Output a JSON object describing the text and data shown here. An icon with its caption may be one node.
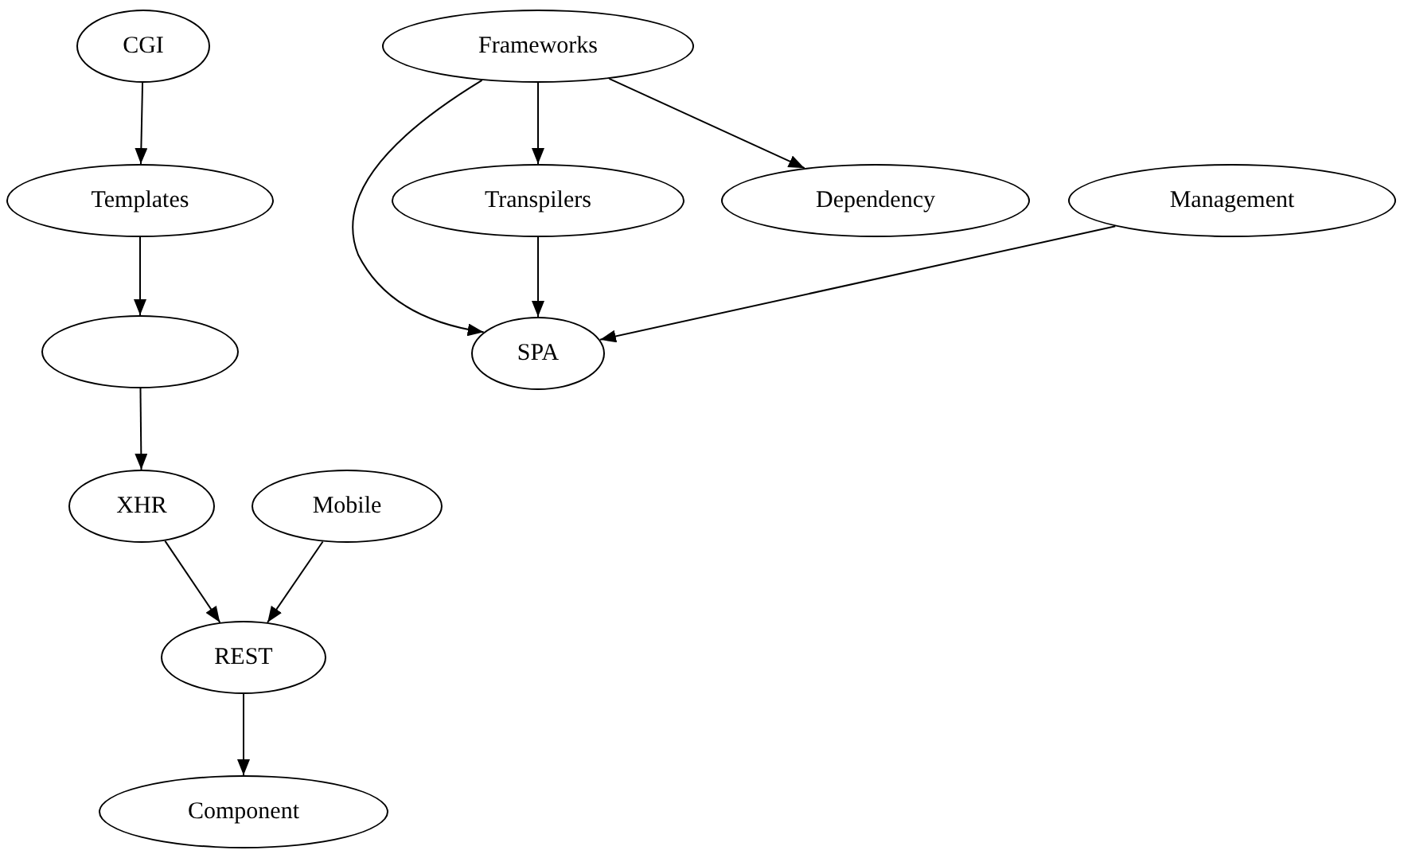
{
  "diagram": {
    "nodes": [
      {
        "text": [
          "CGI"
        ]
      },
      {
        "text": [
          "Templates"
        ]
      },
      {
        "text": [],
        "shape": "ellipse"
      },
      {
        "text": [
          "XHR"
        ]
      },
      {
        "text": [
          "Mobile"
        ]
      },
      {
        "text": [
          "REST"
        ]
      },
      {
        "text": [
          "Component"
        ]
      },
      {
        "text": [
          "Frameworks"
        ]
      },
      {
        "text": [
          "Transpilers"
        ]
      },
      {
        "text": [
          "Dependency"
        ]
      },
      {
        "text": [
          "Management"
        ]
      },
      {
        "text": [
          "SPA"
        ]
      }
    ],
    "edges": [
      {
        "from": 0,
        "to": 1,
        "arrow": "to"
      },
      {
        "from": 1,
        "to": 2,
        "arrow": "to"
      },
      {
        "from": 2,
        "to": 3,
        "arrow": "to"
      },
      {
        "from": 3,
        "to": 5,
        "arrow": "to"
      },
      {
        "from": 4,
        "to": 5,
        "arrow": "to"
      },
      {
        "from": 5,
        "to": 6,
        "arrow": "to"
      },
      {
        "from": 7,
        "to": 8,
        "arrow": "to"
      },
      {
        "from": 7,
        "to": 9,
        "arrow": "to"
      },
      {
        "from": 7,
        "to": 11,
        "arrow": "to"
      },
      {
        "from": 8,
        "to": 11,
        "arrow": "to"
      },
      {
        "from": 10,
        "to": 11,
        "arrow": "to"
      }
    ]
  }
}
